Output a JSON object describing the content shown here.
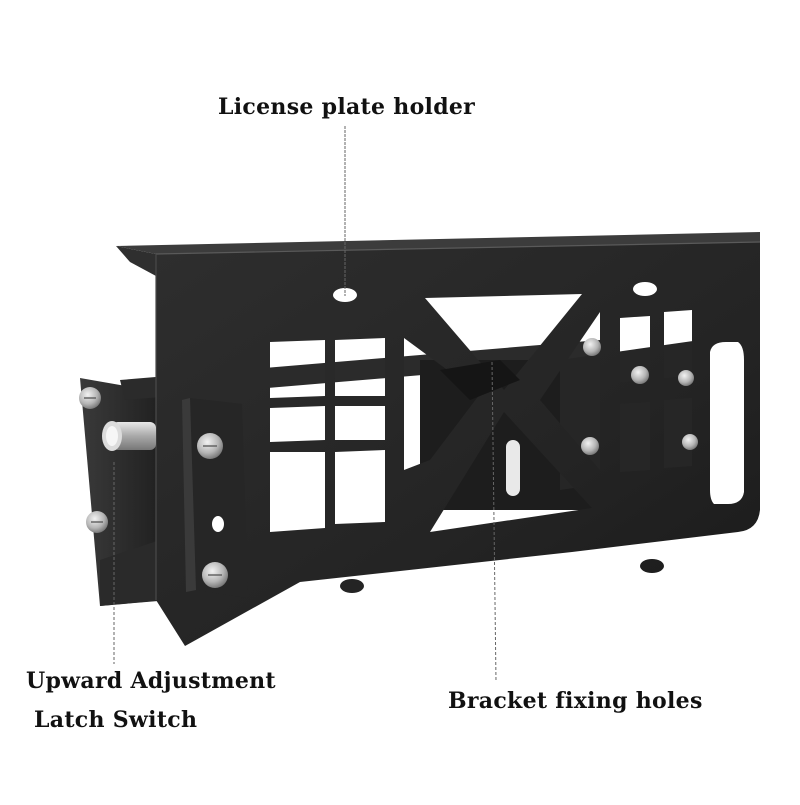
{
  "callouts": {
    "license_plate_holder": "License plate holder",
    "upward_adjustment": "Upward Adjustment",
    "latch_switch": "Latch Switch",
    "bracket_fixing_holes": "Bracket fixing holes"
  },
  "colors": {
    "background": "#ffffff",
    "metal_dark": "#222222",
    "metal_mid": "#333333",
    "metal_edge": "#555555",
    "leader_line": "#666666",
    "bolt": "#c9c9c9"
  }
}
